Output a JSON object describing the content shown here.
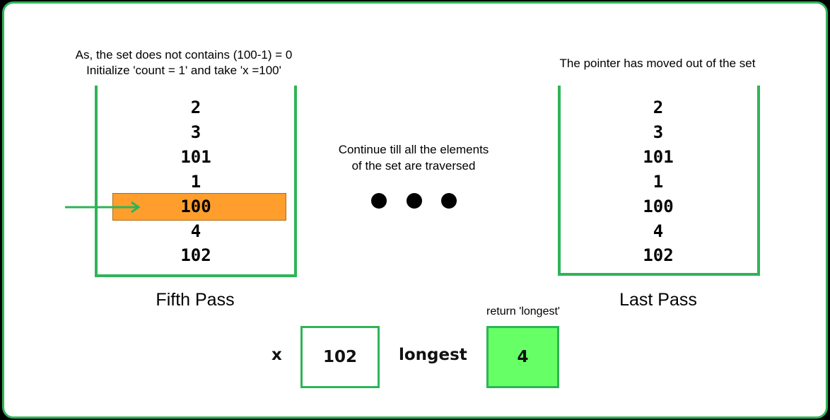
{
  "colors": {
    "border": "#2fb457",
    "highlight": "#ff9e2c",
    "longest_box": "#66ff66",
    "background": "#ffffff"
  },
  "fifth_pass": {
    "caption_line1": "As, the set does not contains (100-1) = 0",
    "caption_line2": "Initialize 'count = 1' and take 'x =100'",
    "set": [
      "2",
      "3",
      "101",
      "1",
      "100",
      "4",
      "102"
    ],
    "highlighted_value": "100",
    "label": "Fifth Pass"
  },
  "middle": {
    "note_line1": "Continue till all the elements",
    "note_line2": "of the set are traversed"
  },
  "last_pass": {
    "caption": "The pointer has moved out of the set",
    "set": [
      "2",
      "3",
      "101",
      "1",
      "100",
      "4",
      "102"
    ],
    "label": "Last Pass"
  },
  "variables": {
    "x_label": "x",
    "x_value": "102",
    "longest_label": "longest",
    "longest_value": "4",
    "return_note": "return 'longest'"
  }
}
